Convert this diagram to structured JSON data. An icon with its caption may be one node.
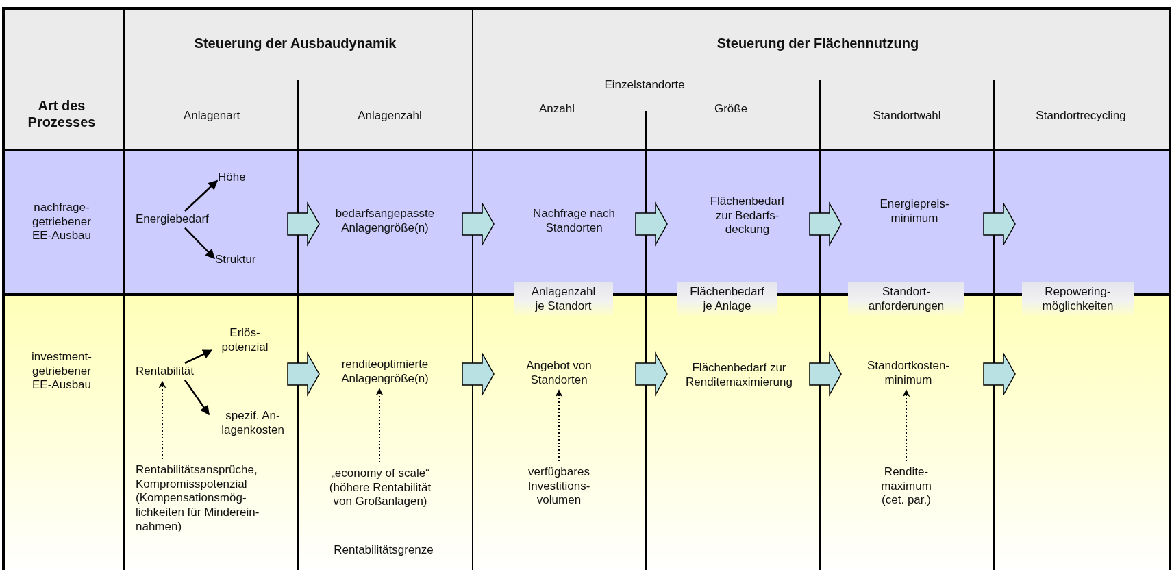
{
  "diagram": {
    "nodes": [
      {
        "text": [
          "Energiebedarf"
        ]
      },
      {
        "text": [
          "Höhe"
        ]
      },
      {
        "text": [
          "Struktur"
        ]
      },
      {
        "text": [
          "bedarfsangepasste Anlagengröße(n)"
        ]
      },
      {
        "text": [
          "Nachfrage nach Standorten"
        ]
      },
      {
        "text": [
          "Flächenbedarf zur Bedarfs- deckung"
        ]
      },
      {
        "text": [
          "Energiepreis- minimum"
        ]
      },
      {
        "text": [
          "Anlagenzahl je Standort"
        ]
      },
      {
        "text": [
          "Flächenbedarf je Anlage"
        ]
      },
      {
        "text": [
          "Standort- anforderungen"
        ]
      },
      {
        "text": [
          "Repowering- möglichkeiten"
        ]
      },
      {
        "text": [
          "Erlös- potenzial"
        ]
      },
      {
        "text": [
          "Rentabilität"
        ]
      },
      {
        "text": [
          "spezif. An- lagenkosten"
        ]
      },
      {
        "text": [
          "renditeoptimierte Anlagengröße(n)"
        ]
      },
      {
        "text": [
          "Angebot von Standorten"
        ]
      },
      {
        "text": [
          "Flächenbedarf zur Renditemaximierung"
        ]
      },
      {
        "text": [
          "Standortkosten- minimum"
        ]
      },
      {
        "text": [
          "Rentabilitätsansprüche, Kompromisspotenzial (Kompensationsmög- lichkeiten für Minderein- nahmen)"
        ]
      },
      {
        "text": [
          "„economy of scale“",
          "(höhere Rentabilität von Großanlagen)"
        ]
      },
      {
        "text": [
          "verfügbares Investitions- volumen"
        ]
      },
      {
        "text": [
          "Rendite- maximum (cet. par.)"
        ]
      }
    ],
    "edges": [
      {
        "from": 0,
        "to": 1,
        "arrow": "to"
      },
      {
        "from": 0,
        "to": 2,
        "arrow": "to"
      },
      {
        "from": null,
        "to": 3,
        "arrow": "to",
        "style": "thick"
      },
      {
        "from": 3,
        "to": 4,
        "arrow": "to",
        "style": "thick"
      },
      {
        "from": 4,
        "to": 5,
        "arrow": "to",
        "style": "thick"
      },
      {
        "from": 5,
        "to": 6,
        "arrow": "to",
        "style": "thick"
      },
      {
        "from": 6,
        "to": null,
        "arrow": "to",
        "style": "thick"
      },
      {
        "from": 12,
        "to": 11,
        "arrow": "to"
      },
      {
        "from": 12,
        "to": 13,
        "arrow": "to"
      },
      {
        "from": null,
        "to": 14,
        "arrow": "to",
        "style": "thick"
      },
      {
        "from": 14,
        "to": 15,
        "arrow": "to",
        "style": "thick"
      },
      {
        "from": 15,
        "to": 16,
        "arrow": "to",
        "style": "thick"
      },
      {
        "from": 16,
        "to": 17,
        "arrow": "to",
        "style": "thick"
      },
      {
        "from": 17,
        "to": null,
        "arrow": "to",
        "style": "thick"
      },
      {
        "from": 18,
        "to": 12,
        "arrow": "to",
        "style": "dashed"
      },
      {
        "from": 19,
        "to": 14,
        "arrow": "to",
        "style": "dashed"
      },
      {
        "from": 20,
        "to": 15,
        "arrow": "to",
        "style": "dashed"
      },
      {
        "from": 21,
        "to": 17,
        "arrow": "to",
        "style": "dashed"
      }
    ],
    "labels": [
      "Steuerung der Ausbaudynamik",
      "Steuerung der Flächennutzung",
      "Art des Prozesses",
      "Einzelstandorte",
      "Anlagenart",
      "Anlagenzahl",
      "Anzahl",
      "Größe",
      "Standortwahl",
      "Standortrecycling",
      "nachfrage- getriebener EE-Ausbau",
      "investment- getriebener EE-Ausbau",
      "Rentabilitätsgrenze"
    ]
  }
}
